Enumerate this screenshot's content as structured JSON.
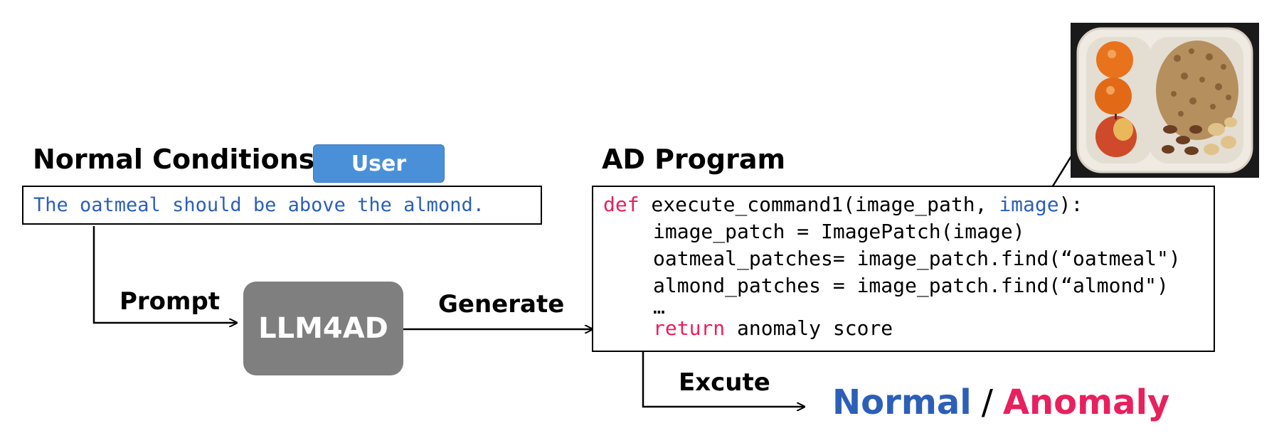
{
  "conditions": {
    "heading": "Normal Conditions:",
    "user_badge": "User",
    "text": "The oatmeal should be above the almond."
  },
  "flow": {
    "prompt_label": "Prompt",
    "model_label": "LLM4AD",
    "generate_label": "Generate",
    "execute_label": "Excute"
  },
  "program": {
    "heading": "AD Program",
    "line1_kw": "def",
    "line1_pre": " execute_command1(image_path, ",
    "line1_param": "image",
    "line1_post": "):",
    "line2": "image_patch = ImagePatch(image)",
    "line3": "oatmeal_patches= image_patch.find(“oatmeal\")",
    "line4": "almond_patches = image_patch.find(“almond\")",
    "line5": "…",
    "line6_kw": "return",
    "line6_rest": " anomaly score"
  },
  "result": {
    "normal": "Normal",
    "separator": "/",
    "anomaly": "Anomaly"
  },
  "colors": {
    "user_badge": "#4a90d9",
    "model_box": "#7f7f7f",
    "normal_text": "#2c5fb8",
    "anomaly_text": "#e8205e",
    "keyword": "#e8205e"
  }
}
